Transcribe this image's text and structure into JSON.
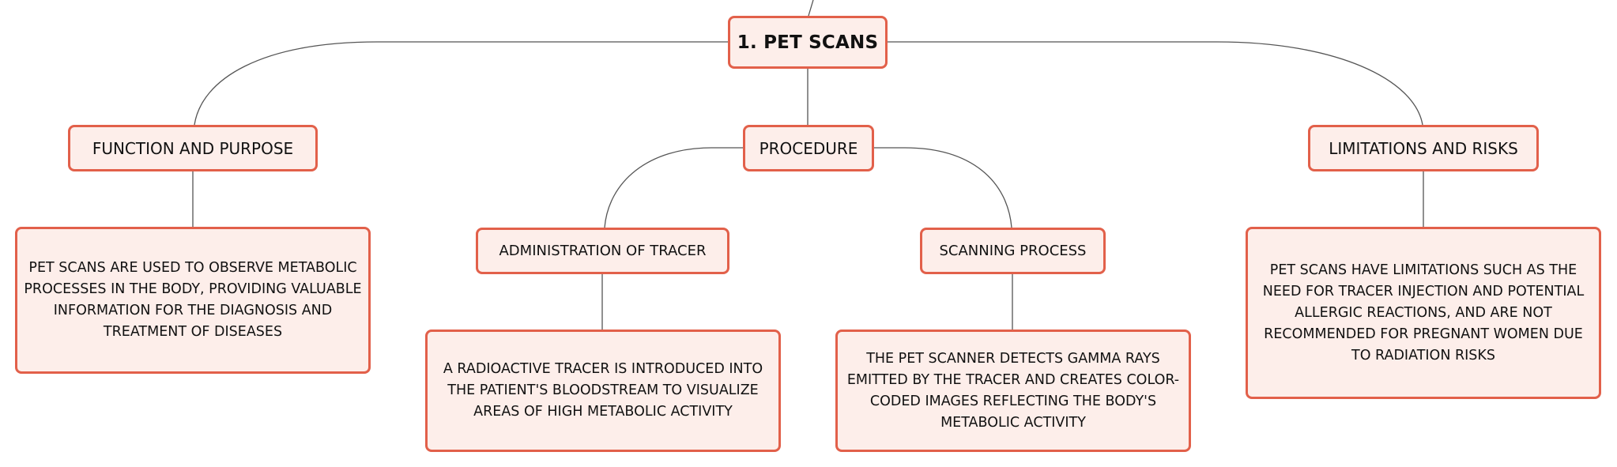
{
  "diagram": {
    "root": {
      "label": "1. PET SCANS"
    },
    "branches": [
      {
        "label": "FUNCTION AND PURPOSE",
        "leaf": "PET SCANS ARE USED TO OBSERVE METABOLIC PROCESSES IN THE BODY, PROVIDING VALUABLE INFORMATION FOR THE DIAGNOSIS AND TREATMENT OF DISEASES"
      },
      {
        "label": "PROCEDURE",
        "children": [
          {
            "label": "ADMINISTRATION OF TRACER",
            "leaf": "A RADIOACTIVE TRACER IS INTRODUCED INTO THE PATIENT'S BLOODSTREAM TO VISUALIZE AREAS OF HIGH METABOLIC ACTIVITY"
          },
          {
            "label": "SCANNING PROCESS",
            "leaf": "THE PET SCANNER DETECTS GAMMA RAYS EMITTED BY THE TRACER AND CREATES COLOR-CODED IMAGES REFLECTING THE BODY'S METABOLIC ACTIVITY"
          }
        ]
      },
      {
        "label": "LIMITATIONS AND RISKS",
        "leaf": "PET SCANS HAVE LIMITATIONS SUCH AS THE NEED FOR TRACER INJECTION AND POTENTIAL ALLERGIC REACTIONS, AND ARE NOT RECOMMENDED FOR PREGNANT WOMEN DUE TO RADIATION RISKS"
      }
    ]
  },
  "colors": {
    "node_fill": "#fdeeea",
    "node_border": "#e2604a",
    "connector": "#555555"
  }
}
